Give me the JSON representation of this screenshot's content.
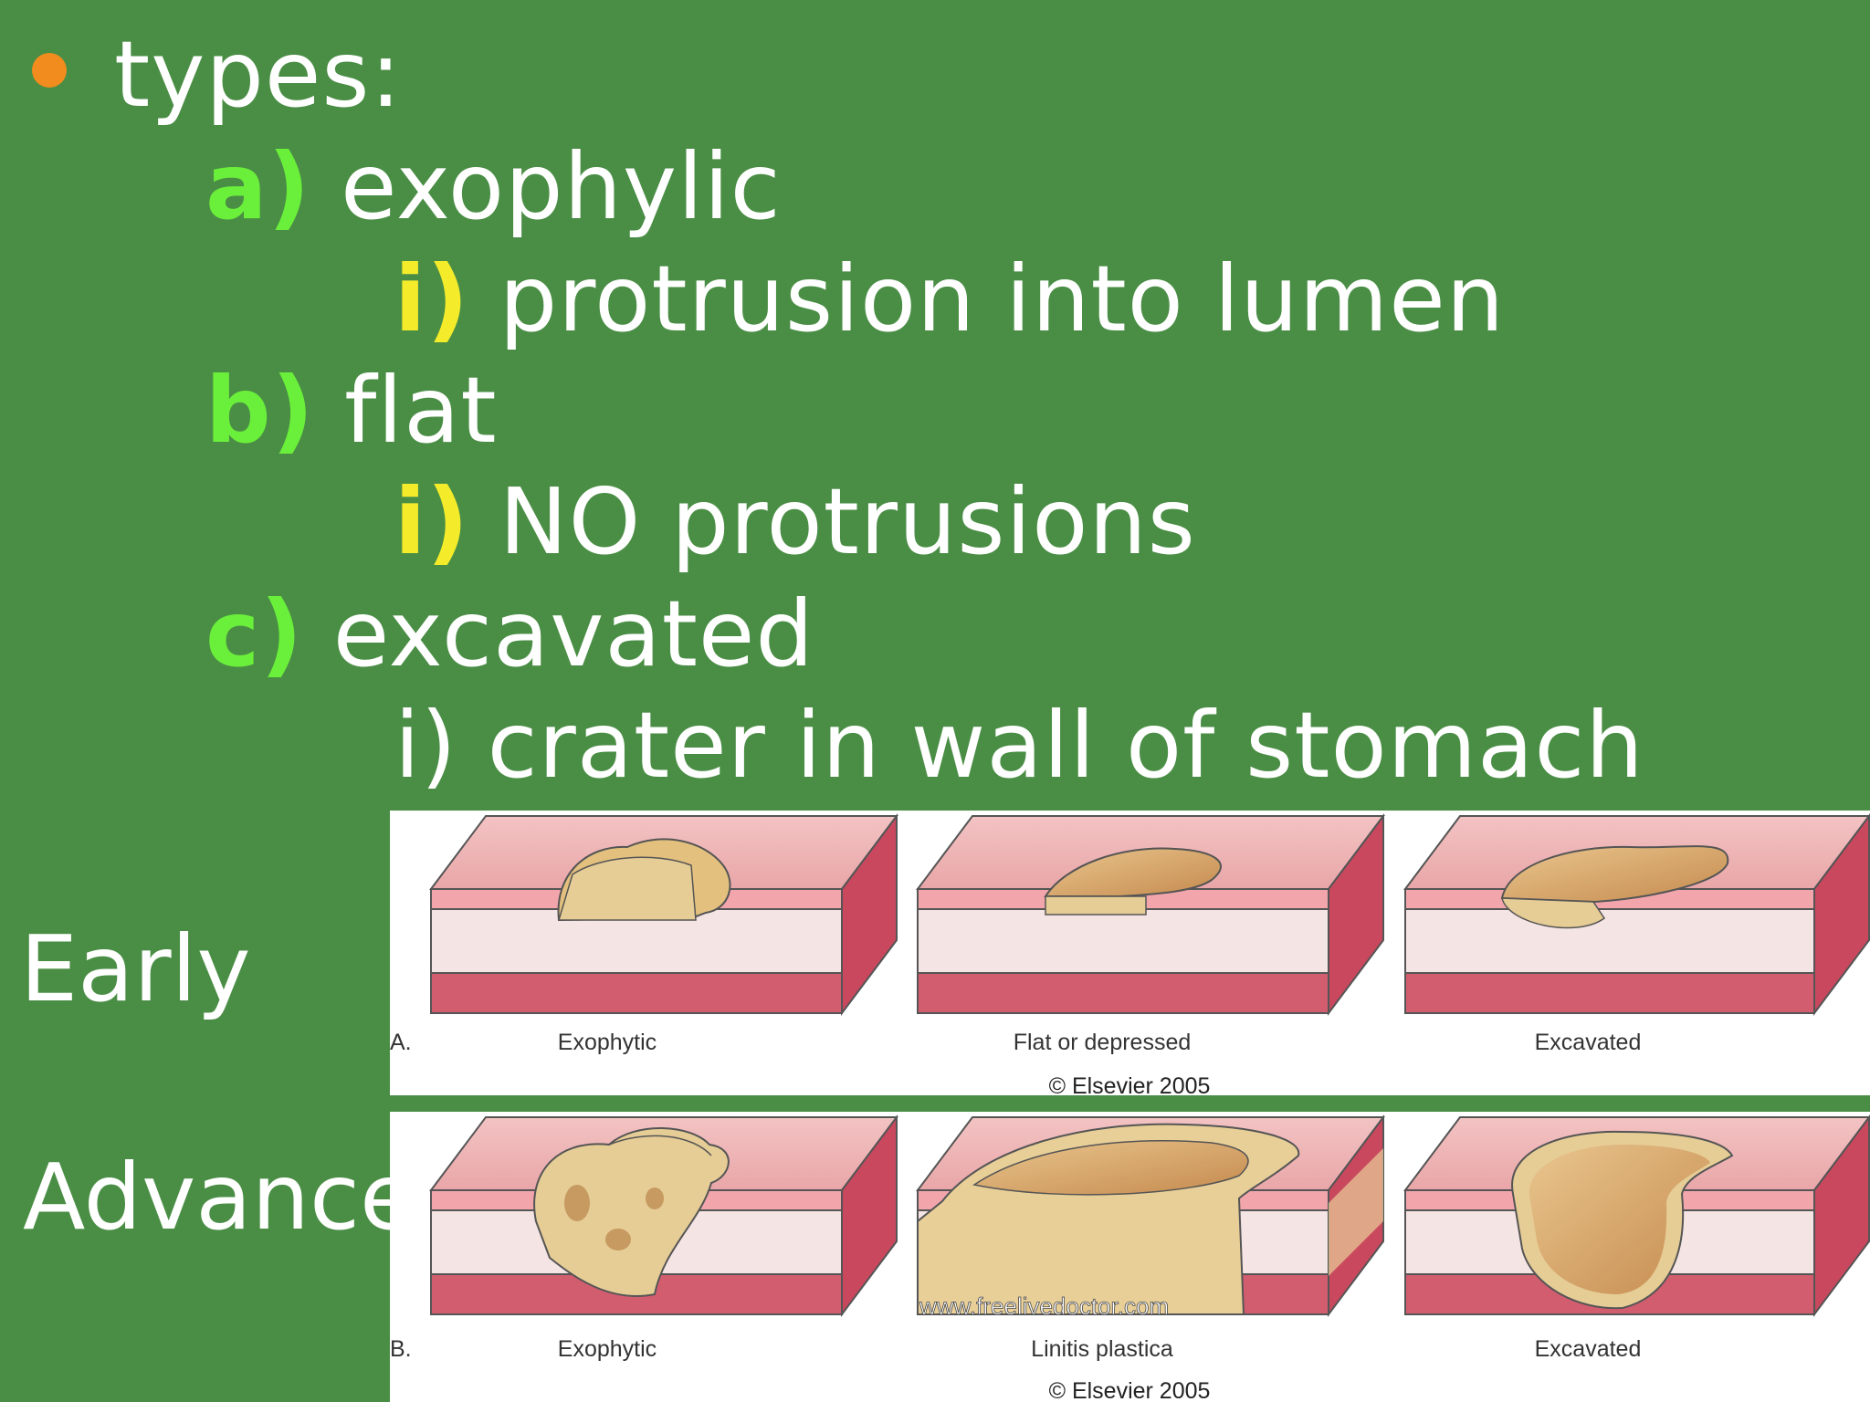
{
  "bullet": {
    "heading": "types:"
  },
  "items": [
    {
      "marker": "a)",
      "text": "exophylic",
      "sub": {
        "marker": "i)",
        "text": "protrusion into lumen"
      }
    },
    {
      "marker": "b)",
      "text": "flat",
      "sub": {
        "marker": "i)",
        "text": "NO protrusions"
      }
    },
    {
      "marker": "c)",
      "text": "excavated",
      "sub": {
        "marker": "i)",
        "text": "crater in wall of stomach"
      }
    }
  ],
  "side_labels": {
    "early": "Early",
    "advanced": "Advanced"
  },
  "figure_early": {
    "letter": "A.",
    "captions": [
      "Exophytic",
      "Flat or depressed",
      "Excavated"
    ],
    "copyright": "© Elsevier 2005"
  },
  "figure_advanced": {
    "letter": "B.",
    "captions": [
      "Exophytic",
      "Linitis plastica",
      "Excavated"
    ],
    "copyright": "© Elsevier 2005",
    "watermark": "www.freelivedoctor.com"
  },
  "colors": {
    "background": "#4a8e45",
    "bullet": "#f28c1e",
    "letter_marker": "#6af03a",
    "sub_marker": "#f4ec2a",
    "text": "#ffffff"
  }
}
